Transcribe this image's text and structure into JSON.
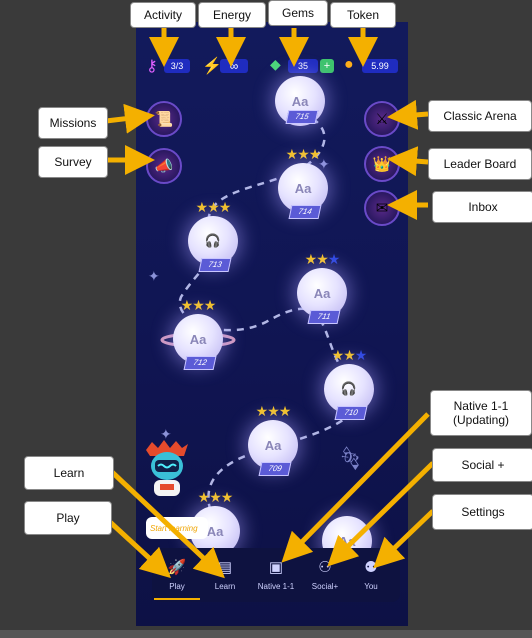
{
  "callouts": {
    "activity": "Activity",
    "energy": "Energy",
    "gems": "Gems",
    "token": "Token",
    "missions": "Missions",
    "survey": "Survey",
    "classic_arena": "Classic Arena",
    "leader_board": "Leader Board",
    "inbox": "Inbox",
    "native": "Native 1-1\n(Updating)",
    "social": "Social +",
    "settings": "Settings",
    "learn": "Learn",
    "play": "Play"
  },
  "status": {
    "activity_value": "3/3",
    "energy_value": "∞",
    "gems_value": "35",
    "gems_add": "+",
    "token_value": "5.99"
  },
  "levels": [
    {
      "num": "715",
      "icon": "Aa"
    },
    {
      "num": "714",
      "icon": "Aa"
    },
    {
      "num": "713",
      "icon": "headphones"
    },
    {
      "num": "711",
      "icon": "Aa"
    },
    {
      "num": "712",
      "icon": "Aa"
    },
    {
      "num": "710",
      "icon": "headphones"
    },
    {
      "num": "709",
      "icon": "Aa"
    },
    {
      "num": "",
      "icon": "Aa"
    },
    {
      "num": "",
      "icon": "Aa"
    }
  ],
  "cta": "Start learning",
  "tabs": [
    {
      "label": "Play",
      "icon": "rocket-icon"
    },
    {
      "label": "Learn",
      "icon": "book-icon"
    },
    {
      "label": "Native 1-1",
      "icon": "video-chat-icon"
    },
    {
      "label": "Social+",
      "icon": "people-icon"
    },
    {
      "label": "You",
      "icon": "user-settings-icon"
    }
  ],
  "colors": {
    "background": "#121a5c",
    "arrow": "#f4b000",
    "stat_pill": "#1f2cc0",
    "star_gold": "#f7c41f",
    "star_blue": "#2a45e0"
  }
}
